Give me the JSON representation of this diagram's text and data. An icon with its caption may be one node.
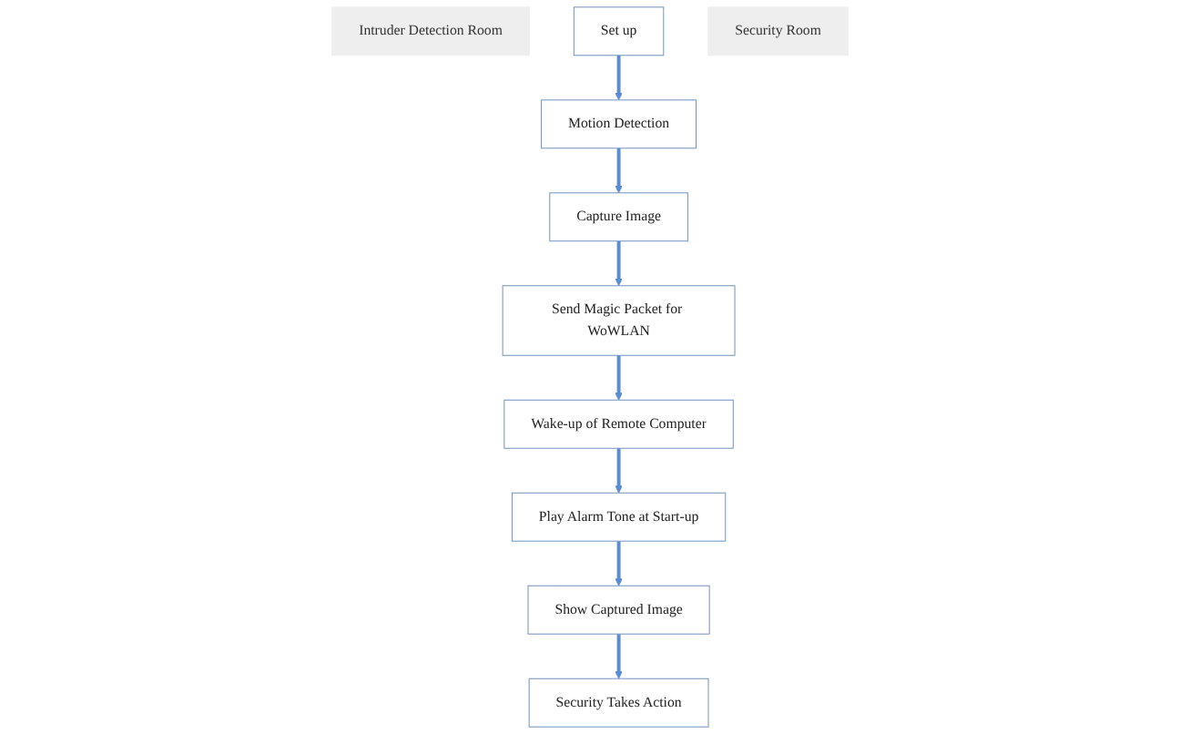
{
  "diagram": {
    "nodes": [
      {
        "text": [
          "Intruder Detection Room"
        ]
      },
      {
        "text": [
          "Set up"
        ]
      },
      {
        "text": [
          "Motion Detection"
        ]
      },
      {
        "text": [
          "Capture Image"
        ]
      },
      {
        "text": [
          "Send Magic Packet for WoWLAN"
        ]
      },
      {
        "text": [
          "Security Room"
        ]
      },
      {
        "text": [
          "Security Takes Action"
        ]
      },
      {
        "text": [
          "Show Captured Image"
        ]
      },
      {
        "text": [
          "Play Alarm Tone at Start-up"
        ]
      },
      {
        "text": [
          "Wake-up of Remote Computer"
        ]
      }
    ],
    "edges": [
      {
        "from": 1,
        "to": 2,
        "arrow": "to"
      },
      {
        "from": 2,
        "to": 3,
        "arrow": "to"
      },
      {
        "from": 3,
        "to": 4,
        "arrow": "to"
      },
      {
        "from": 4,
        "to": 9,
        "arrow": "to"
      },
      {
        "from": 9,
        "to": 8,
        "arrow": "to"
      },
      {
        "from": 8,
        "to": 7,
        "arrow": "to"
      },
      {
        "from": 7,
        "to": 6,
        "arrow": "to"
      }
    ]
  }
}
